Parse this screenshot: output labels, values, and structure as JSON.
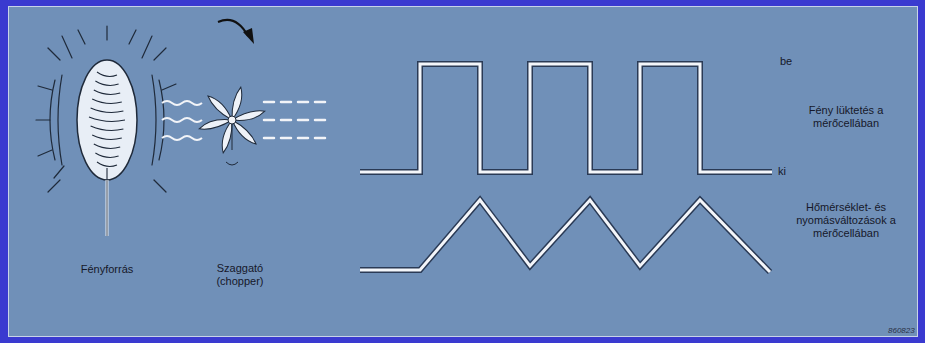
{
  "diagram": {
    "labels": [
      "Fényforrás",
      "Szaggató (chopper)",
      "be",
      "ki",
      "Fény lüktetés a mérőcellában",
      "Hőmérséklet- és nyomásváltozások a mérőcellában",
      "860823"
    ]
  }
}
